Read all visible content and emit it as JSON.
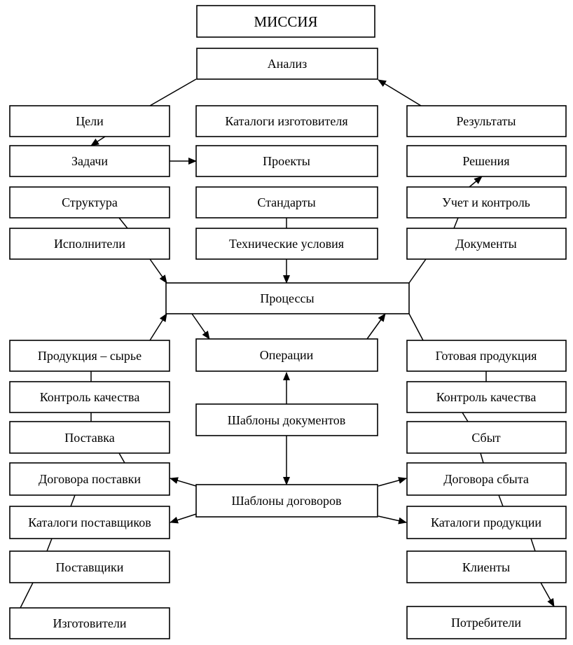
{
  "nodes": {
    "mission": "МИССИЯ",
    "analysis": "Анализ",
    "goals": "Цели",
    "manufacturer_catalogs": "Каталоги изготовителя",
    "results": "Результаты",
    "tasks": "Задачи",
    "projects": "Проекты",
    "decisions": "Решения",
    "structure": "Структура",
    "standards": "Стандарты",
    "accounting_control": "Учет и контроль",
    "executors": "Исполнители",
    "technical_conditions": "Технические условия",
    "documents": "Документы",
    "processes": "Процессы",
    "raw_products": "Продукция – сырье",
    "operations": "Операции",
    "finished_products": "Готовая продукция",
    "quality_control_left": "Контроль качества",
    "quality_control_right": "Контроль качества",
    "document_templates": "Шаблоны документов",
    "supply": "Поставка",
    "sales": "Сбыт",
    "supply_contracts": "Договора поставки",
    "sales_contracts": "Договора сбыта",
    "contract_templates": "Шаблоны договоров",
    "supplier_catalogs": "Каталоги поставщиков",
    "product_catalogs": "Каталоги продукции",
    "suppliers": "Поставщики",
    "clients": "Клиенты",
    "manufacturers": "Изготовители",
    "consumers": "Потребители"
  }
}
